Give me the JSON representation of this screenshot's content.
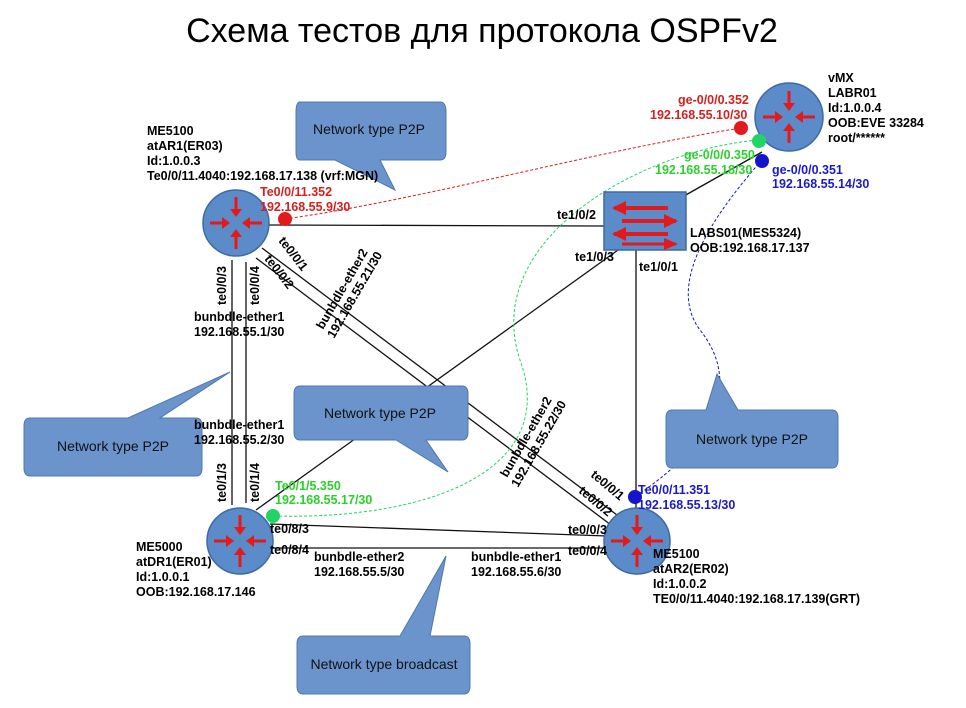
{
  "title": "Схема тестов для протокола OSPFv2",
  "colors": {
    "router_fill": "#5b8bc9",
    "callout_fill": "#6a94cb",
    "red": "#e31a1c",
    "green": "#22d466",
    "blue": "#1414cc",
    "red_text": "#d62020",
    "green_text": "#2bd02b",
    "blue_text": "#1a1acc"
  },
  "callouts": [
    {
      "text": "Network type P2P"
    },
    {
      "text": "Network type P2P"
    },
    {
      "text": "Network type P2P"
    },
    {
      "text": "Network type P2P"
    },
    {
      "text": "Network type broadcast"
    }
  ],
  "devices": {
    "atar1": {
      "lines": [
        "ME5100",
        "atAR1(ER03)",
        "Id:1.0.0.3",
        "Te0/0/11.4040:192.168.17.138 (vrf:MGN)"
      ]
    },
    "atdr1": {
      "lines": [
        "ME5000",
        "atDR1(ER01)",
        "Id:1.0.0.1",
        "OOB:192.168.17.146"
      ]
    },
    "atar2": {
      "lines": [
        "ME5100",
        "atAR2(ER02)",
        "Id:1.0.0.2",
        "TE0/0/11.4040:192.168.17.139(GRT)"
      ]
    },
    "vmx": {
      "lines": [
        "vMX",
        "LABR01",
        "Id:1.0.0.4",
        "OOB:EVE 33284",
        "root/******"
      ]
    },
    "labs01": {
      "lines": [
        "LABS01(MES5324)",
        "OOB:192.168.17.137"
      ]
    }
  },
  "labels": {
    "ar1_red_if": "Te0/0/11.352",
    "ar1_red_ip": "192.168.55.9/30",
    "vmx_red_if": "ge-0/0/0.352",
    "vmx_red_ip": "192.168.55.10/30",
    "vmx_green_if": "ge-0/0/0.350",
    "vmx_green_ip": "192.168.55.18/30",
    "vmx_blue_if": "ge-0/0/0.351",
    "vmx_blue_ip": "192.168.55.14/30",
    "dr1_green_if": "Te0/1/5.350",
    "dr1_green_ip": "192.168.55.17/30",
    "ar2_blue_if": "Te0/0/11.351",
    "ar2_blue_ip": "192.168.55.13/30",
    "sw_te2": "te1/0/2",
    "sw_te3": "te1/0/3",
    "sw_te1": "te1/0/1",
    "ar1_te3": "te0/0/3",
    "ar1_te4": "te0/0/4",
    "ar1_te1": "te0/0/1",
    "ar1_te2": "te0/0/2",
    "dr1_te13": "te0/1/3",
    "dr1_te14": "te0/1/4",
    "dr1_te83": "te0/8/3",
    "dr1_te84": "te0/8/4",
    "ar2_te3": "te0/0/3",
    "ar2_te4": "te0/0/4",
    "ar2_te1": "te0/0/1",
    "ar2_te2": "te0/0/2",
    "be1_top_name": "bunbdle-ether1",
    "be1_top_ip": "192.168.55.1/30",
    "be1_bot_name": "bunbdle-ether1",
    "be1_bot_ip": "192.168.55.2/30",
    "be2_ar1_name": "bunbdle-ether2",
    "be2_ar1_ip": "192.168.55.21/30",
    "be2_ar2_name": "bunbdle-ether2",
    "be2_ar2_ip": "192.168.55.22/30",
    "be2_bottom_name": "bunbdle-ether2",
    "be2_bottom_ip": "192.168.55.5/30",
    "be1_bottom_name": "bunbdle-ether1",
    "be1_bottom_ip": "192.168.55.6/30"
  }
}
